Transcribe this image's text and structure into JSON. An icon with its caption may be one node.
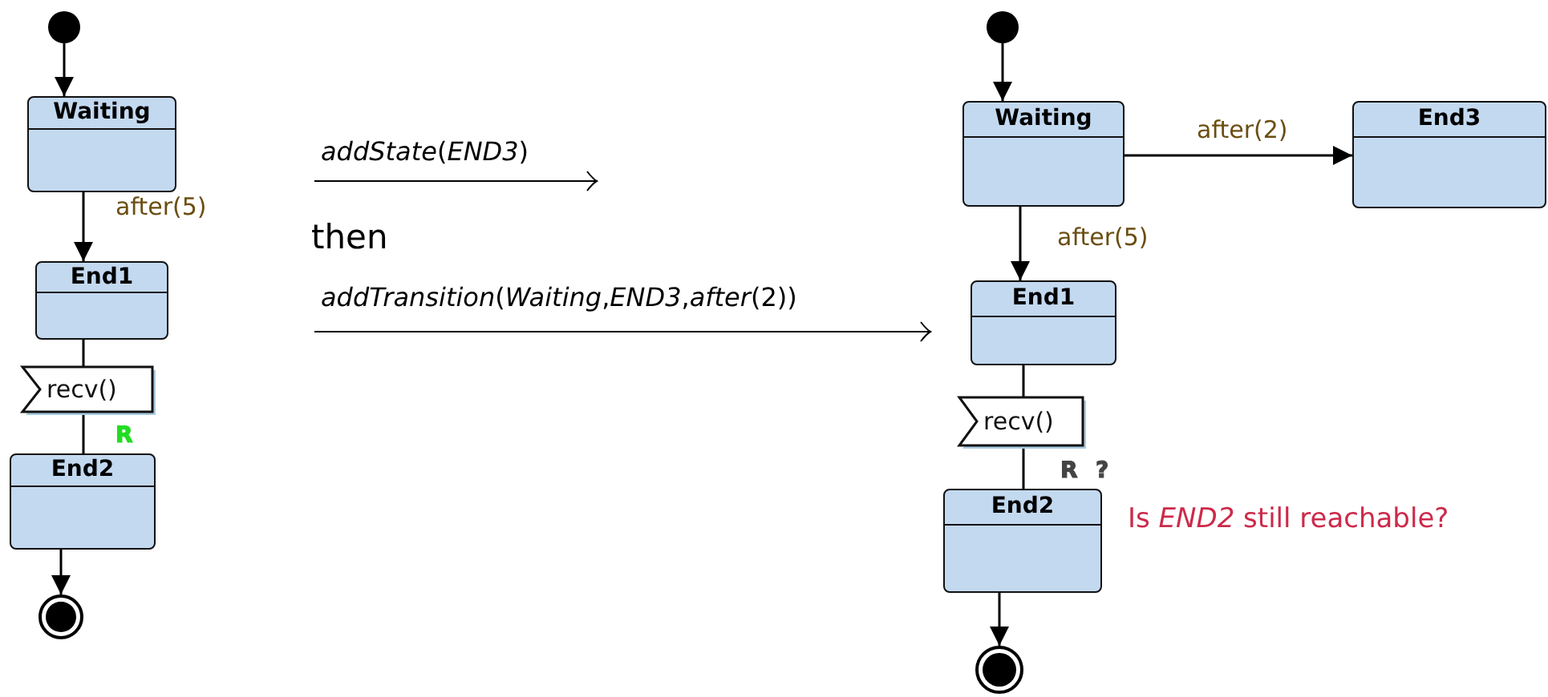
{
  "diagram": {
    "nodes": [
      {
        "text": [],
        "shape": "circle"
      },
      {
        "text": [
          "Waiting"
        ]
      },
      {
        "text": [
          "End1"
        ]
      },
      {
        "text": [
          "recv()"
        ]
      },
      {
        "text": [
          "End2"
        ]
      },
      {
        "text": [],
        "shape": "bullseye"
      },
      {
        "text": [],
        "shape": "circle"
      },
      {
        "text": [
          "Waiting"
        ]
      },
      {
        "text": [
          "End3"
        ]
      },
      {
        "text": [
          "End1"
        ]
      },
      {
        "text": [
          "recv()"
        ]
      },
      {
        "text": [
          "End2"
        ]
      },
      {
        "text": [],
        "shape": "bullseye"
      }
    ],
    "edges": [
      {
        "from": 0,
        "to": 1,
        "arrow": "to"
      },
      {
        "from": 1,
        "to": 2,
        "arrow": "to",
        "label": "after(5)"
      },
      {
        "from": 2,
        "to": 3,
        "arrow": "none"
      },
      {
        "from": 3,
        "to": 4,
        "arrow": "none"
      },
      {
        "from": 4,
        "to": 5,
        "arrow": "to"
      },
      {
        "from": 6,
        "to": 7,
        "arrow": "to"
      },
      {
        "from": 7,
        "to": 8,
        "arrow": "to",
        "label": "after(2)"
      },
      {
        "from": 7,
        "to": 9,
        "arrow": "to",
        "label": "after(5)"
      },
      {
        "from": 9,
        "to": 10,
        "arrow": "none"
      },
      {
        "from": 10,
        "to": 11,
        "arrow": "none"
      },
      {
        "from": 11,
        "to": 12,
        "arrow": "to"
      }
    ],
    "labels": [
      "*addState*(*END3*)",
      "then",
      "*addTransition*(*Waiting*,*END3*,*after*(2))",
      "R",
      "R",
      "?",
      "Is *END2* still reachable?"
    ]
  }
}
